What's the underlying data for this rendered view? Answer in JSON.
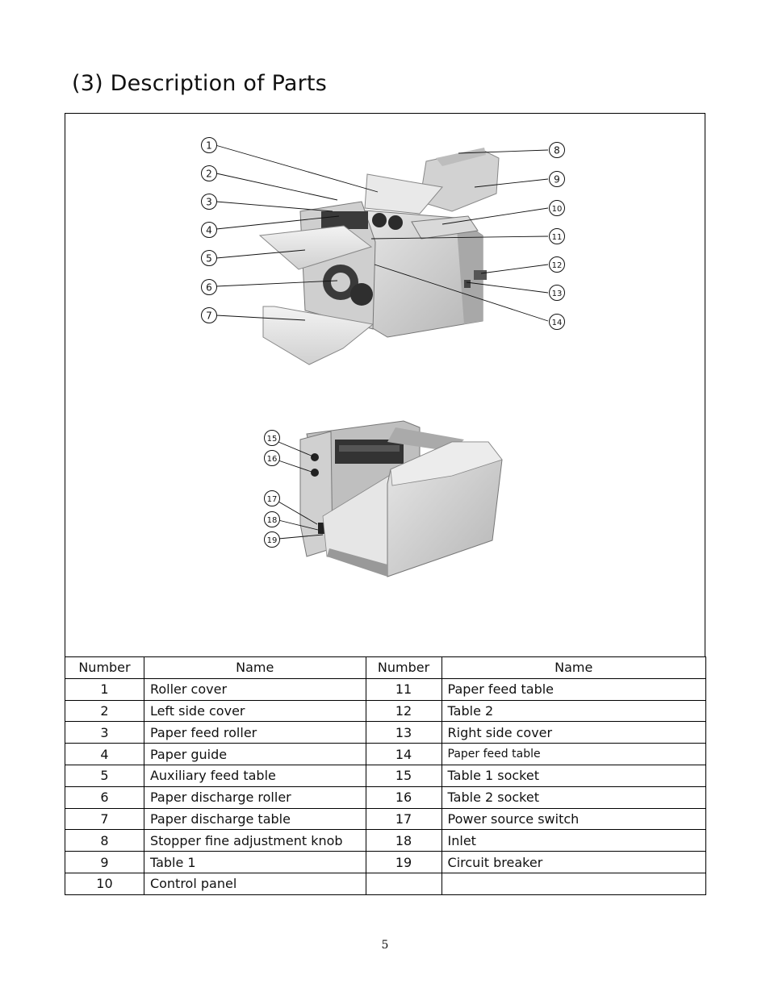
{
  "page": {
    "title": "(3) Description of Parts",
    "page_number": "5"
  },
  "table": {
    "headers": [
      "Number",
      "Name",
      "Number",
      "Name"
    ],
    "rows": [
      {
        "n1": "1",
        "name1": "Roller cover",
        "n2": "11",
        "name2": "Paper feed table"
      },
      {
        "n1": "2",
        "name1": "Left side cover",
        "n2": "12",
        "name2": "Table 2"
      },
      {
        "n1": "3",
        "name1": "Paper feed roller",
        "n2": "13",
        "name2": "Right side cover"
      },
      {
        "n1": "4",
        "name1": "Paper guide",
        "n2": "14",
        "name2": "Paper feed table"
      },
      {
        "n1": "5",
        "name1": "Auxiliary feed table",
        "n2": "15",
        "name2": "Table 1 socket"
      },
      {
        "n1": "6",
        "name1": "Paper discharge roller",
        "n2": "16",
        "name2": "Table 2 socket"
      },
      {
        "n1": "7",
        "name1": "Paper discharge table",
        "n2": "17",
        "name2": "Power source switch"
      },
      {
        "n1": "8",
        "name1": "Stopper fine adjustment knob",
        "n2": "18",
        "name2": "Inlet"
      },
      {
        "n1": "9",
        "name1": "Table 1",
        "n2": "19",
        "name2": "Circuit breaker"
      },
      {
        "n1": "10",
        "name1": "Control panel",
        "n2": "",
        "name2": ""
      }
    ]
  },
  "callouts": [
    "1",
    "2",
    "3",
    "4",
    "5",
    "6",
    "7",
    "8",
    "9",
    "10",
    "11",
    "12",
    "13",
    "14",
    "15",
    "16",
    "17",
    "18",
    "19"
  ]
}
